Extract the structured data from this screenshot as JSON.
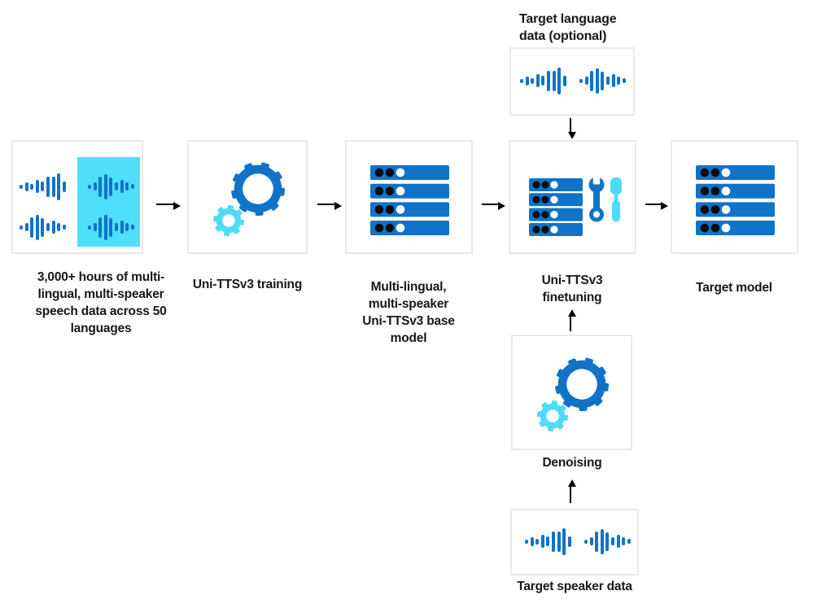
{
  "colors": {
    "blue": "#1173C8",
    "cyan": "#4DDCF8",
    "highlight": "#4EE0FA",
    "box_border": "#E9E9E9",
    "box_bg": "#FFFFFF",
    "arrow": "#000000",
    "text": "#171717",
    "dot_dark": "#0D0D0D",
    "dot_light": "#FFFFFF"
  },
  "nodes": {
    "speech_data": {
      "lines": [
        "3,000+ hours of multi-",
        "lingual, multi-speaker",
        "speech data across 50",
        "languages"
      ]
    },
    "training": {
      "lines": [
        "Uni-TTSv3 training"
      ]
    },
    "base_model": {
      "lines": [
        "Multi-lingual,",
        "multi-speaker",
        "Uni-TTSv3 base",
        "model"
      ]
    },
    "target_language_data": {
      "lines": [
        "Target language",
        "data (optional)"
      ]
    },
    "finetuning": {
      "lines": [
        "Uni-TTSv3",
        "finetuning"
      ]
    },
    "target_model": {
      "lines": [
        "Target model"
      ]
    },
    "denoising": {
      "lines": [
        "Denoising"
      ]
    },
    "target_speaker_data": {
      "lines": [
        "Target speaker data"
      ]
    }
  },
  "icons": {
    "waveform_a": {
      "name": "waveform-icon",
      "heights": [
        5,
        11,
        7,
        16,
        12,
        25,
        25,
        33,
        13
      ]
    },
    "waveform_b": {
      "name": "waveform-icon",
      "heights": [
        5,
        10,
        25,
        31,
        23,
        10,
        16,
        10,
        6
      ]
    },
    "gears": {
      "name": "gears-icon"
    },
    "server": {
      "name": "server-stack-icon"
    },
    "tools": {
      "name": "wrench-screwdriver-icon"
    }
  }
}
